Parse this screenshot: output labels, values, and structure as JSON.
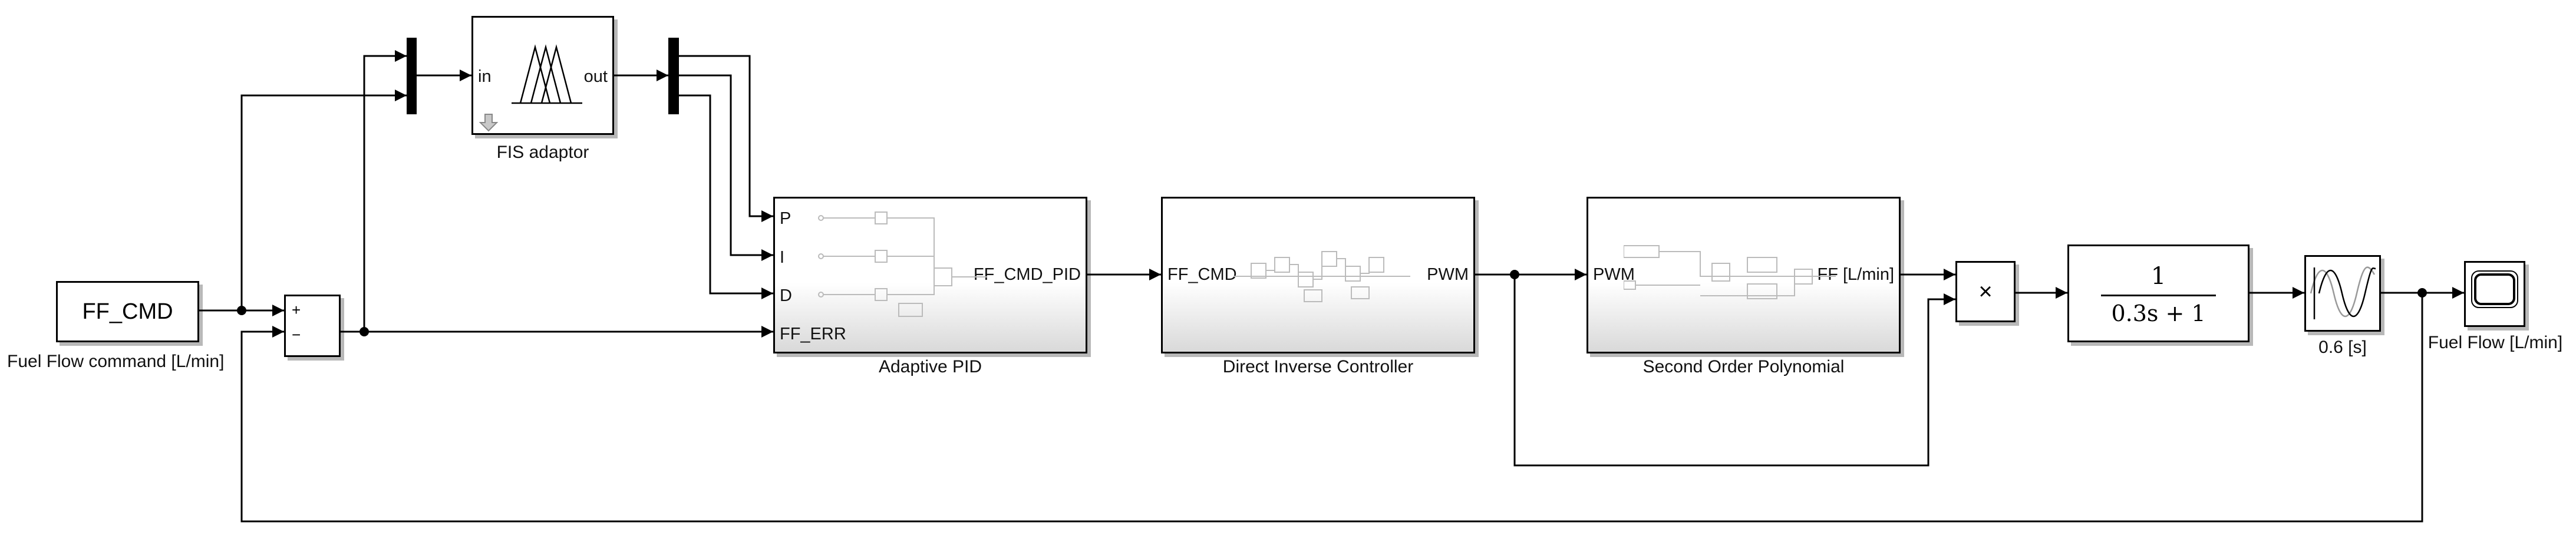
{
  "blocks": {
    "ff_cmd": {
      "name": "FF_CMD",
      "caption": "Fuel Flow command [L/min]"
    },
    "sum": {
      "plus": "+",
      "minus": "−"
    },
    "fis": {
      "caption": "FIS adaptor",
      "in_port": "in",
      "out_port": "out"
    },
    "adaptive_pid": {
      "caption": "Adaptive PID",
      "ports_in": [
        "P",
        "I",
        "D",
        "FF_ERR"
      ],
      "port_out": "FF_CMD_PID"
    },
    "direct_inverse": {
      "caption": "Direct Inverse Controller",
      "port_in": "FF_CMD",
      "port_out": "PWM"
    },
    "second_order": {
      "caption": "Second Order Polynomial",
      "port_in": "PWM",
      "port_out": "FF [L/min]"
    },
    "product": {
      "symbol": "×"
    },
    "transfer_fn": {
      "numerator": "1",
      "denominator": "0.3s + 1"
    },
    "delay": {
      "caption": "0.6 [s]"
    },
    "scope": {
      "caption": "Fuel Flow [L/min]"
    }
  },
  "colors": {
    "line": "#000000",
    "block_border": "#000000",
    "subsystem_fill_bottom": "#d9d9d9"
  },
  "icons": [
    "fuzzy-membership-icon",
    "scope-screen-icon",
    "transport-delay-icon",
    "subsystem-preview-icon"
  ]
}
